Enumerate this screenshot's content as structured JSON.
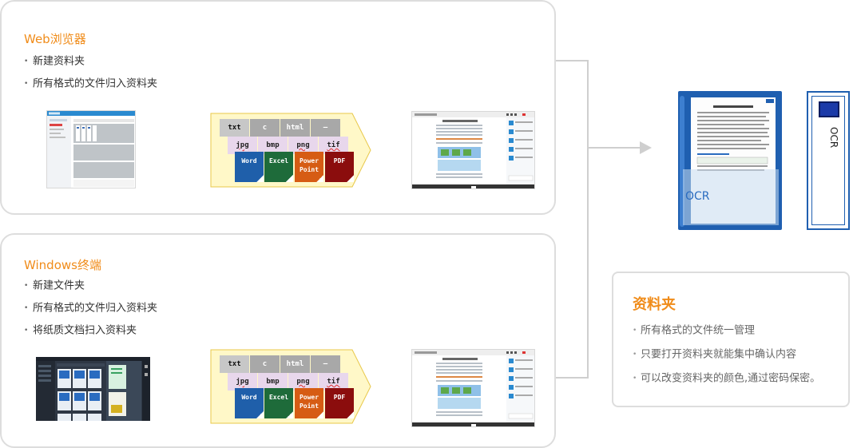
{
  "web_panel": {
    "title": "Web浏览器",
    "bullets": [
      "新建资料夹",
      "所有格式的文件归入资料夹"
    ]
  },
  "windows_panel": {
    "title": "Windows终端",
    "bullets": [
      "新建文件夹",
      "所有格式的文件归入资料夹",
      "将纸质文档扫入资料夹"
    ]
  },
  "formats": {
    "row1": [
      "txt",
      "c",
      "html",
      "—"
    ],
    "row2": [
      "jpg",
      "bmp",
      "png",
      "tif"
    ],
    "apps": [
      {
        "label": "Word",
        "color": "#1f5faa"
      },
      {
        "label": "Excel",
        "color": "#1e6b3a"
      },
      {
        "label": "Power Point",
        "color": "#d65c14"
      },
      {
        "label": "PDF",
        "color": "#8b0d0d"
      }
    ]
  },
  "scan": {
    "folder_ocr": "OCR",
    "binder_ocr": "OCR"
  },
  "info": {
    "title": "资料夹",
    "bullets": [
      "所有格式的文件统一管理",
      "只要打开资料夹就能集中确认内容",
      "可以改变资料夹的颜色,通过密码保密。"
    ]
  },
  "colors": {
    "accent": "#f08c1a",
    "folder_blue": "#1f5fb0",
    "border": "#dddddd",
    "diagram_fill": "#fff8c8",
    "diagram_border": "#e8c84a"
  }
}
